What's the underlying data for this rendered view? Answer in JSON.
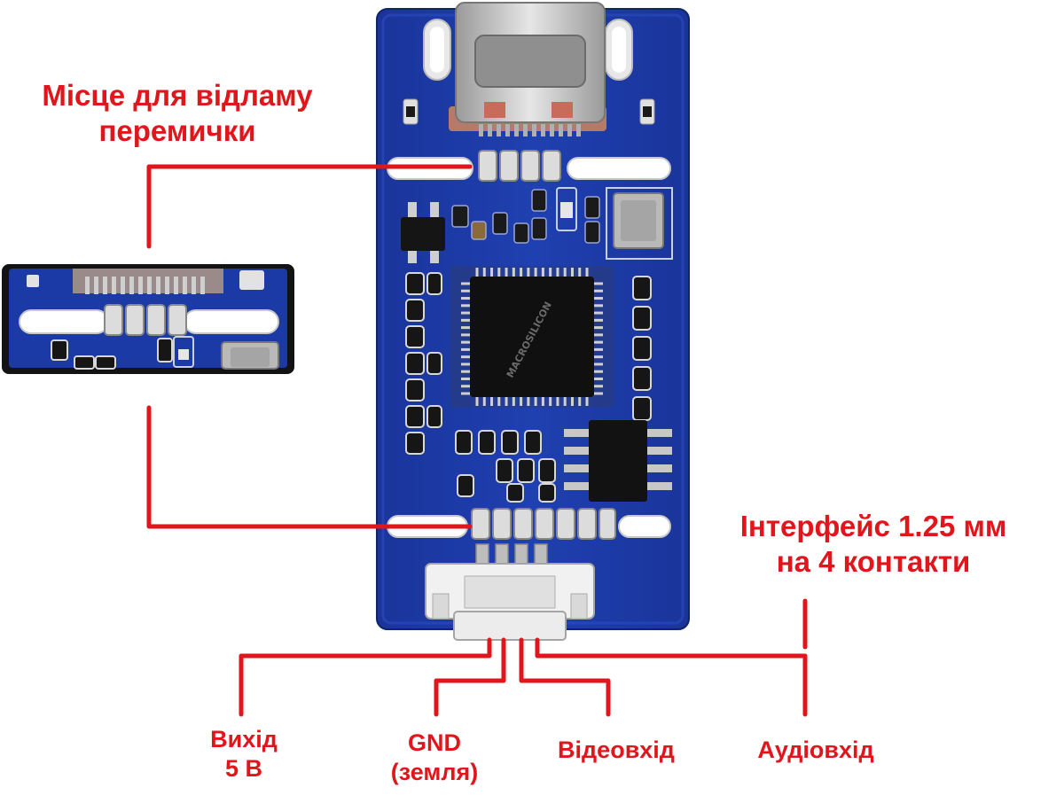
{
  "callouts": {
    "jumper": {
      "line1": "Місце для відламу",
      "line2": "перемички"
    },
    "interface": {
      "line1": "Інтерфейс 1.25 мм",
      "line2": "на 4 контакти"
    },
    "pin_5v": {
      "line1": "Вихід",
      "line2": "5 В"
    },
    "pin_gnd": {
      "line1": "GND",
      "line2": "(земля)"
    },
    "pin_video": {
      "line1": "Відеовхід"
    },
    "pin_audio": {
      "line1": "Аудіовхід"
    }
  },
  "chip": {
    "marking": "MACROSILICON"
  },
  "colors": {
    "pcb": "#1c3aa6",
    "pcb_dark": "#132a80",
    "annotation": "#e1161c",
    "silver": "#c9c9c9",
    "connector": "#f1f1f1"
  }
}
